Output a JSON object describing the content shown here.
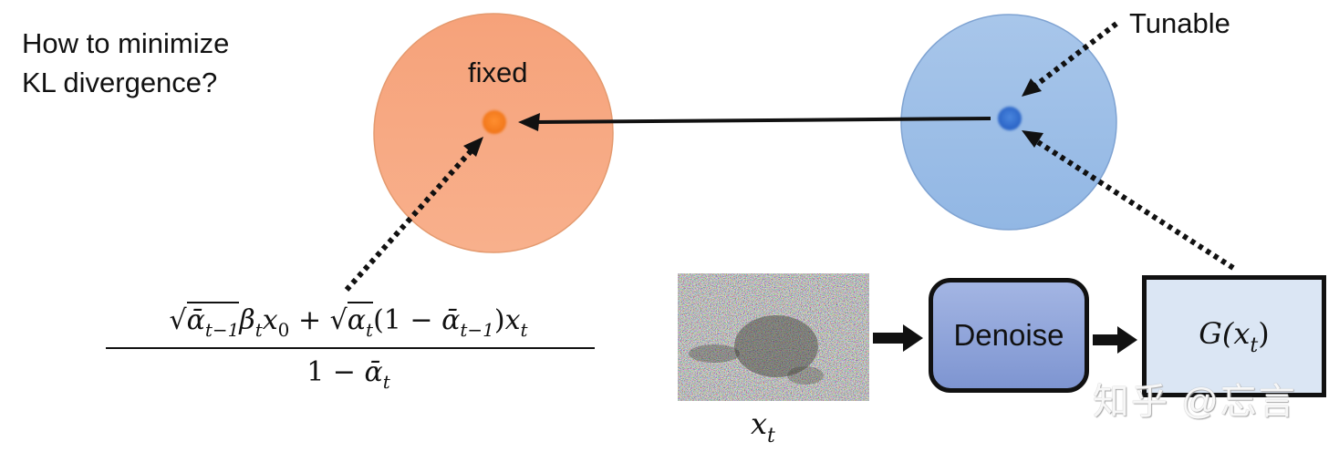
{
  "question": {
    "line1": "How to minimize",
    "line2": "KL divergence?"
  },
  "left_distribution": {
    "label": "fixed",
    "fill_color": "#f7a57b",
    "point_color": "#f47b20"
  },
  "right_distribution": {
    "label": "Tunable",
    "fill_color": "#9fc0e7",
    "point_color": "#2f6fcf"
  },
  "formula": {
    "numerator": {
      "sqrt1_base": "ᾱ",
      "sqrt1_sub": "t−1",
      "beta": "β",
      "beta_sub": "t",
      "x0": "x",
      "x0_sub": "0",
      "plus": " + ",
      "sqrt2_base": "α",
      "sqrt2_sub": "t",
      "paren_open": "(1 − ",
      "abar": "ᾱ",
      "abar_sub": "t−1",
      "paren_close": ")",
      "xt": "x",
      "xt_sub": "t"
    },
    "denominator": {
      "one_minus": "1 − ",
      "abar": "ᾱ",
      "abar_sub": "t"
    },
    "latex": "\\frac{\\sqrt{\\bar{\\alpha}_{t-1}}\\beta_t x_0 + \\sqrt{\\alpha_t}(1-\\bar{\\alpha}_{t-1})x_t}{1-\\bar{\\alpha}_t}"
  },
  "pipeline": {
    "input_image_label": "x",
    "input_image_label_sub": "t",
    "denoise_label": "Denoise",
    "output_label": "G(x",
    "output_label_sub": "t",
    "output_label_close": ")"
  },
  "watermark": "知乎 @忘言"
}
